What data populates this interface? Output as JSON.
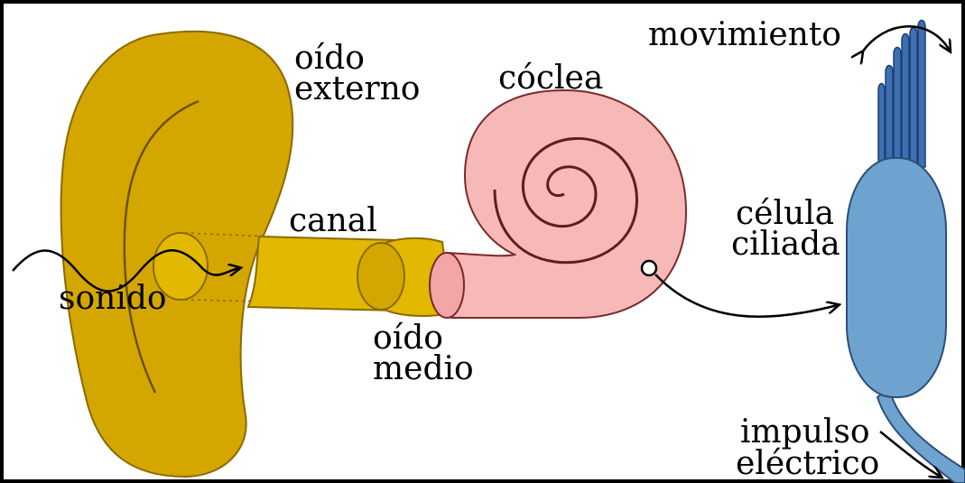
{
  "labels": {
    "oido_externo": [
      "oído",
      "externo"
    ],
    "coclea": "cóclea",
    "canal": "canal",
    "sonido": "sonido",
    "oido_medio": [
      "oído",
      "medio"
    ],
    "movimiento": "movimiento",
    "celula_ciliada": [
      "célula",
      "ciliada"
    ],
    "impulso_electrico": [
      "impulso",
      "eléctrico"
    ]
  },
  "colors": {
    "ear": "#d4a600",
    "ear_stroke": "#8a6a00",
    "canal": "#e2b800",
    "cochlea": "#f7b8b8",
    "cochlea_stroke": "#7a2a2a",
    "cell": "#6fa3cf",
    "cell_stroke": "#2b4f7a",
    "cilia": "#3d6fb3",
    "frame": "#000000"
  }
}
